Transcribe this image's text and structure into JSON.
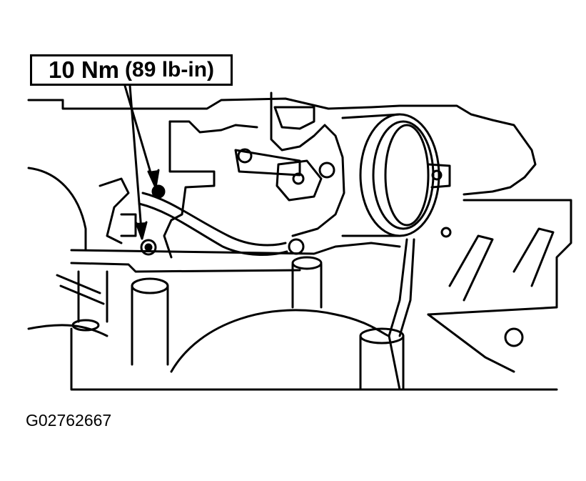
{
  "callout": {
    "torque_metric": "10 Nm",
    "torque_imperial": "(89 lb-in)"
  },
  "figure": {
    "id": "G02762667"
  },
  "colors": {
    "line": "#000000",
    "background": "#ffffff"
  }
}
